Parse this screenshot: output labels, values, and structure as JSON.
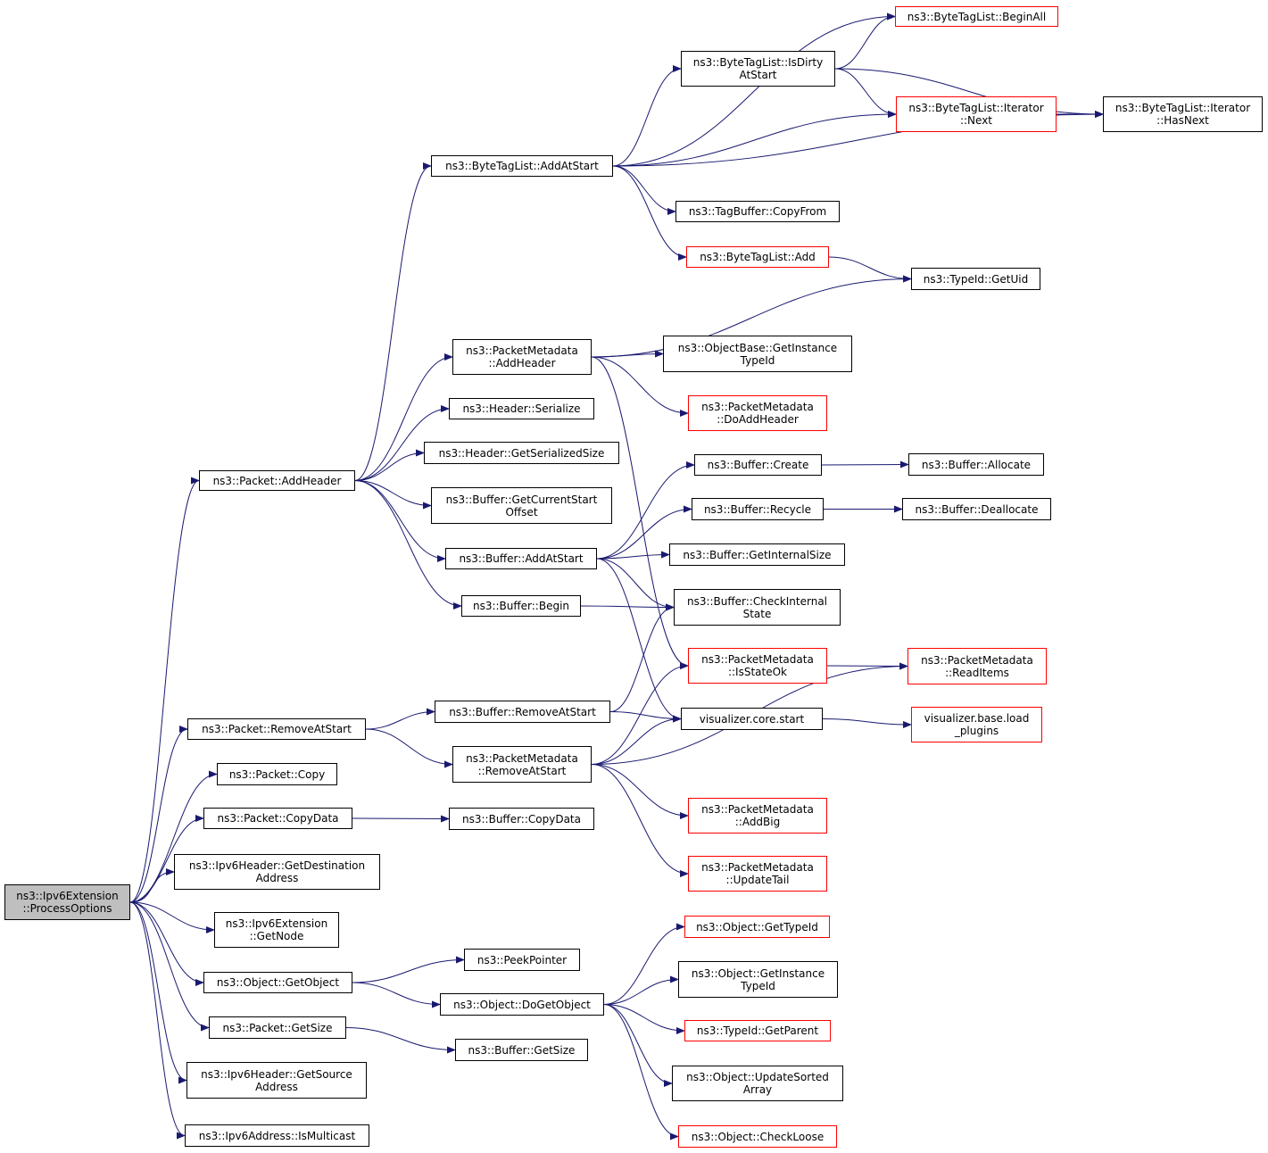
{
  "colors": {
    "edge": "#191970",
    "node_border": "#000000",
    "truncated_node_border": "#ff0000",
    "root_fill": "#bfbfbf"
  },
  "nodes": {
    "process_options": {
      "label": "ns3::Ipv6Extension\n::ProcessOptions",
      "style": "root"
    },
    "packet_addheader": {
      "label": "ns3::Packet::AddHeader",
      "style": "normal"
    },
    "bytetaglist_addatstart": {
      "label": "ns3::ByteTagList::AddAtStart",
      "style": "normal"
    },
    "bytetaglist_beginall": {
      "label": "ns3::ByteTagList::BeginAll",
      "style": "truncated"
    },
    "bytetaglist_isdirtyatstart": {
      "label": "ns3::ByteTagList::IsDirty\nAtStart",
      "style": "normal"
    },
    "bytetaglist_iterator_next": {
      "label": "ns3::ByteTagList::Iterator\n::Next",
      "style": "truncated"
    },
    "bytetaglist_iterator_hasnext": {
      "label": "ns3::ByteTagList::Iterator\n::HasNext",
      "style": "normal"
    },
    "tagbuffer_copyfrom": {
      "label": "ns3::TagBuffer::CopyFrom",
      "style": "normal"
    },
    "bytetaglist_add": {
      "label": "ns3::ByteTagList::Add",
      "style": "truncated"
    },
    "typeid_getuid": {
      "label": "ns3::TypeId::GetUid",
      "style": "normal"
    },
    "packetmetadata_addheader": {
      "label": "ns3::PacketMetadata\n::AddHeader",
      "style": "normal"
    },
    "objectbase_getinstancetypeid": {
      "label": "ns3::ObjectBase::GetInstance\nTypeId",
      "style": "normal"
    },
    "packetmetadata_doaddheader": {
      "label": "ns3::PacketMetadata\n::DoAddHeader",
      "style": "truncated"
    },
    "header_serialize": {
      "label": "ns3::Header::Serialize",
      "style": "normal"
    },
    "header_getserializedsize": {
      "label": "ns3::Header::GetSerializedSize",
      "style": "normal"
    },
    "buffer_getcurrentstartoffset": {
      "label": "ns3::Buffer::GetCurrentStart\nOffset",
      "style": "normal"
    },
    "buffer_create": {
      "label": "ns3::Buffer::Create",
      "style": "normal"
    },
    "buffer_allocate": {
      "label": "ns3::Buffer::Allocate",
      "style": "normal"
    },
    "buffer_recycle": {
      "label": "ns3::Buffer::Recycle",
      "style": "normal"
    },
    "buffer_deallocate": {
      "label": "ns3::Buffer::Deallocate",
      "style": "normal"
    },
    "buffer_addatstart": {
      "label": "ns3::Buffer::AddAtStart",
      "style": "normal"
    },
    "buffer_getinternalsize": {
      "label": "ns3::Buffer::GetInternalSize",
      "style": "normal"
    },
    "buffer_checkinternalstate": {
      "label": "ns3::Buffer::CheckInternal\nState",
      "style": "normal"
    },
    "buffer_begin": {
      "label": "ns3::Buffer::Begin",
      "style": "normal"
    },
    "packetmetadata_isstateok": {
      "label": "ns3::PacketMetadata\n::IsStateOk",
      "style": "truncated"
    },
    "packetmetadata_readitems": {
      "label": "ns3::PacketMetadata\n::ReadItems",
      "style": "truncated"
    },
    "buffer_removeatstart": {
      "label": "ns3::Buffer::RemoveAtStart",
      "style": "normal"
    },
    "packet_removeatstart": {
      "label": "ns3::Packet::RemoveAtStart",
      "style": "normal"
    },
    "visualizer_core_start": {
      "label": "visualizer.core.start",
      "style": "normal"
    },
    "visualizer_base_loadplugins": {
      "label": "visualizer.base.load\n_plugins",
      "style": "truncated"
    },
    "packetmetadata_removeatstart": {
      "label": "ns3::PacketMetadata\n::RemoveAtStart",
      "style": "normal"
    },
    "packet_copy": {
      "label": "ns3::Packet::Copy",
      "style": "normal"
    },
    "packetmetadata_addbig": {
      "label": "ns3::PacketMetadata\n::AddBig",
      "style": "truncated"
    },
    "packet_copydata": {
      "label": "ns3::Packet::CopyData",
      "style": "normal"
    },
    "buffer_copydata": {
      "label": "ns3::Buffer::CopyData",
      "style": "normal"
    },
    "packetmetadata_updatetail": {
      "label": "ns3::PacketMetadata\n::UpdateTail",
      "style": "truncated"
    },
    "ipv6header_getdestinationaddress": {
      "label": "ns3::Ipv6Header::GetDestination\nAddress",
      "style": "normal"
    },
    "ipv6extension_getnode": {
      "label": "ns3::Ipv6Extension\n::GetNode",
      "style": "normal"
    },
    "object_gettypeid": {
      "label": "ns3::Object::GetTypeId",
      "style": "truncated"
    },
    "peekpointer": {
      "label": "ns3::PeekPointer",
      "style": "normal"
    },
    "object_getinstancetypeid": {
      "label": "ns3::Object::GetInstance\nTypeId",
      "style": "normal"
    },
    "object_getobject": {
      "label": "ns3::Object::GetObject",
      "style": "normal"
    },
    "object_dogetobject": {
      "label": "ns3::Object::DoGetObject",
      "style": "normal"
    },
    "typeid_getparent": {
      "label": "ns3::TypeId::GetParent",
      "style": "truncated"
    },
    "packet_getsize": {
      "label": "ns3::Packet::GetSize",
      "style": "normal"
    },
    "buffer_getsize": {
      "label": "ns3::Buffer::GetSize",
      "style": "normal"
    },
    "object_updatesortedarray": {
      "label": "ns3::Object::UpdateSorted\nArray",
      "style": "normal"
    },
    "ipv6header_getsourceaddress": {
      "label": "ns3::Ipv6Header::GetSource\nAddress",
      "style": "normal"
    },
    "object_checkloose": {
      "label": "ns3::Object::CheckLoose",
      "style": "truncated"
    },
    "ipv6address_ismulticast": {
      "label": "ns3::Ipv6Address::IsMulticast",
      "style": "normal"
    }
  },
  "edges": [
    [
      "process_options",
      "packet_addheader"
    ],
    [
      "process_options",
      "packet_removeatstart"
    ],
    [
      "process_options",
      "packet_copy"
    ],
    [
      "process_options",
      "packet_copydata"
    ],
    [
      "process_options",
      "ipv6header_getdestinationaddress"
    ],
    [
      "process_options",
      "ipv6extension_getnode"
    ],
    [
      "process_options",
      "object_getobject"
    ],
    [
      "process_options",
      "packet_getsize"
    ],
    [
      "process_options",
      "ipv6header_getsourceaddress"
    ],
    [
      "process_options",
      "ipv6address_ismulticast"
    ],
    [
      "packet_addheader",
      "bytetaglist_addatstart"
    ],
    [
      "packet_addheader",
      "packetmetadata_addheader"
    ],
    [
      "packet_addheader",
      "header_serialize"
    ],
    [
      "packet_addheader",
      "header_getserializedsize"
    ],
    [
      "packet_addheader",
      "buffer_getcurrentstartoffset"
    ],
    [
      "packet_addheader",
      "buffer_addatstart"
    ],
    [
      "packet_addheader",
      "buffer_begin"
    ],
    [
      "bytetaglist_addatstart",
      "bytetaglist_beginall"
    ],
    [
      "bytetaglist_addatstart",
      "bytetaglist_isdirtyatstart"
    ],
    [
      "bytetaglist_addatstart",
      "bytetaglist_iterator_next"
    ],
    [
      "bytetaglist_addatstart",
      "bytetaglist_iterator_hasnext"
    ],
    [
      "bytetaglist_addatstart",
      "tagbuffer_copyfrom"
    ],
    [
      "bytetaglist_addatstart",
      "bytetaglist_add"
    ],
    [
      "bytetaglist_isdirtyatstart",
      "bytetaglist_beginall"
    ],
    [
      "bytetaglist_isdirtyatstart",
      "bytetaglist_iterator_next"
    ],
    [
      "bytetaglist_isdirtyatstart",
      "bytetaglist_iterator_hasnext"
    ],
    [
      "bytetaglist_iterator_next",
      "bytetaglist_iterator_hasnext"
    ],
    [
      "bytetaglist_add",
      "typeid_getuid"
    ],
    [
      "packetmetadata_addheader",
      "typeid_getuid"
    ],
    [
      "packetmetadata_addheader",
      "objectbase_getinstancetypeid"
    ],
    [
      "packetmetadata_addheader",
      "packetmetadata_doaddheader"
    ],
    [
      "packetmetadata_addheader",
      "packetmetadata_isstateok"
    ],
    [
      "buffer_addatstart",
      "buffer_create"
    ],
    [
      "buffer_addatstart",
      "buffer_recycle"
    ],
    [
      "buffer_addatstart",
      "buffer_getinternalsize"
    ],
    [
      "buffer_addatstart",
      "buffer_checkinternalstate"
    ],
    [
      "buffer_addatstart",
      "visualizer_core_start"
    ],
    [
      "buffer_create",
      "buffer_allocate"
    ],
    [
      "buffer_recycle",
      "buffer_deallocate"
    ],
    [
      "buffer_begin",
      "buffer_checkinternalstate"
    ],
    [
      "packetmetadata_isstateok",
      "packetmetadata_readitems"
    ],
    [
      "packet_removeatstart",
      "buffer_removeatstart"
    ],
    [
      "packet_removeatstart",
      "packetmetadata_removeatstart"
    ],
    [
      "buffer_removeatstart",
      "buffer_checkinternalstate"
    ],
    [
      "buffer_removeatstart",
      "visualizer_core_start"
    ],
    [
      "visualizer_core_start",
      "visualizer_base_loadplugins"
    ],
    [
      "packetmetadata_removeatstart",
      "packetmetadata_isstateok"
    ],
    [
      "packetmetadata_removeatstart",
      "visualizer_core_start"
    ],
    [
      "packetmetadata_removeatstart",
      "packetmetadata_readitems"
    ],
    [
      "packetmetadata_removeatstart",
      "packetmetadata_addbig"
    ],
    [
      "packetmetadata_removeatstart",
      "packetmetadata_updatetail"
    ],
    [
      "packet_copydata",
      "buffer_copydata"
    ],
    [
      "object_getobject",
      "peekpointer"
    ],
    [
      "object_getobject",
      "object_dogetobject"
    ],
    [
      "object_dogetobject",
      "object_gettypeid"
    ],
    [
      "object_dogetobject",
      "object_getinstancetypeid"
    ],
    [
      "object_dogetobject",
      "typeid_getparent"
    ],
    [
      "object_dogetobject",
      "object_updatesortedarray"
    ],
    [
      "object_dogetobject",
      "object_checkloose"
    ],
    [
      "packet_getsize",
      "buffer_getsize"
    ]
  ]
}
